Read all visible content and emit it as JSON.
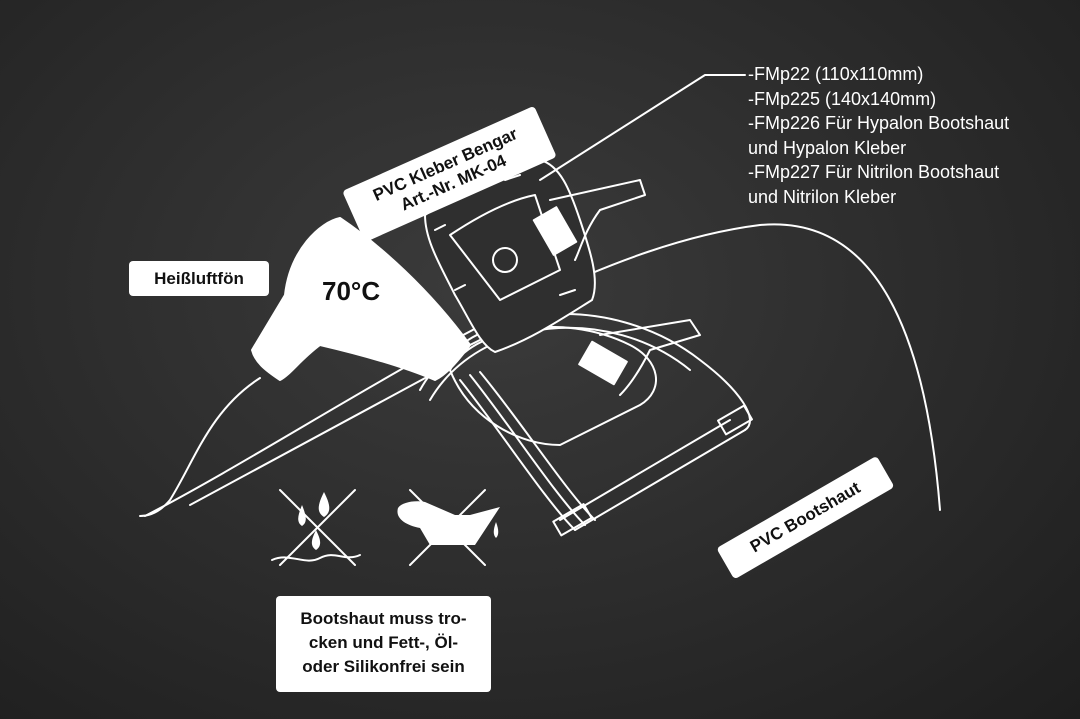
{
  "labels": {
    "heat_gun": "Heißluftfön",
    "temperature": "70°C",
    "pvc_glue_line1": "PVC Kleber Bengar",
    "pvc_glue_line2": "Art.-Nr. MK-04",
    "pvc_hull": "PVC Bootshaut"
  },
  "models": [
    "-FMp22 (110x110mm)",
    "-FMp225 (140x140mm)",
    "-FMp226 Für Hypalon Bootshaut",
    "und Hypalon Kleber",
    "-FMp227 Für Nitrilon Bootshaut",
    "und Nitrilon Kleber"
  ],
  "note": {
    "line1": "Bootshaut muss tro-",
    "line2": "cken und Fett-, Öl-",
    "line3": "oder Silikonfrei sein"
  },
  "icons": {
    "no_water": "no-water-icon",
    "no_oil": "no-oil-icon"
  },
  "colors": {
    "background": "#2e2e2e",
    "line": "#ffffff",
    "label_bg": "#ffffff",
    "label_text": "#111111"
  }
}
